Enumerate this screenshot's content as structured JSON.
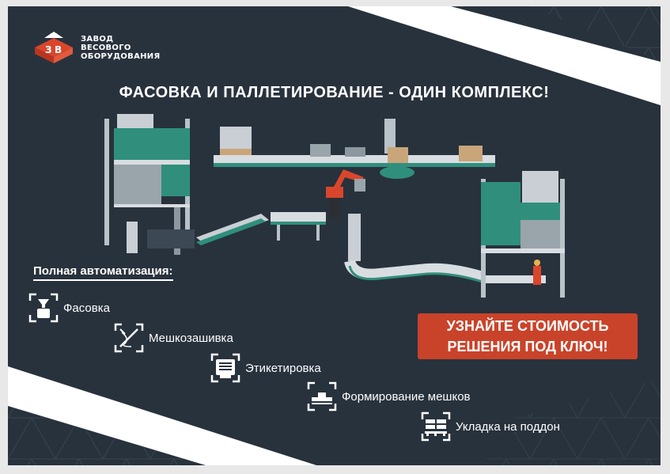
{
  "brand": {
    "lines": [
      "ЗАВОД",
      "ВЕСОВОГО",
      "ОБОРУДОВАНИЯ"
    ],
    "accent_color": "#d9462c"
  },
  "headline": "ФАСОВКА И ПАЛЛЕТИРОВАНИЕ - ОДИН КОМПЛЕКС!",
  "automation": {
    "title": "Полная автоматизация:",
    "features": [
      {
        "label": "Фасовка",
        "icon": "bag-filling-icon"
      },
      {
        "label": "Мешкозашивка",
        "icon": "sewing-needle-icon"
      },
      {
        "label": "Этикетировка",
        "icon": "label-printer-icon"
      },
      {
        "label": "Формирование мешков",
        "icon": "bag-forming-icon"
      },
      {
        "label": "Укладка на поддон",
        "icon": "pallet-stacking-icon"
      }
    ]
  },
  "cta": {
    "line1": "УЗНАЙТЕ СТОИМОСТЬ",
    "line2": "РЕШЕНИЯ ПОД КЛЮЧ!",
    "color": "#c9432a"
  },
  "colors": {
    "background": "#28323d",
    "machine_green": "#2f8f7c",
    "white": "#ffffff"
  }
}
